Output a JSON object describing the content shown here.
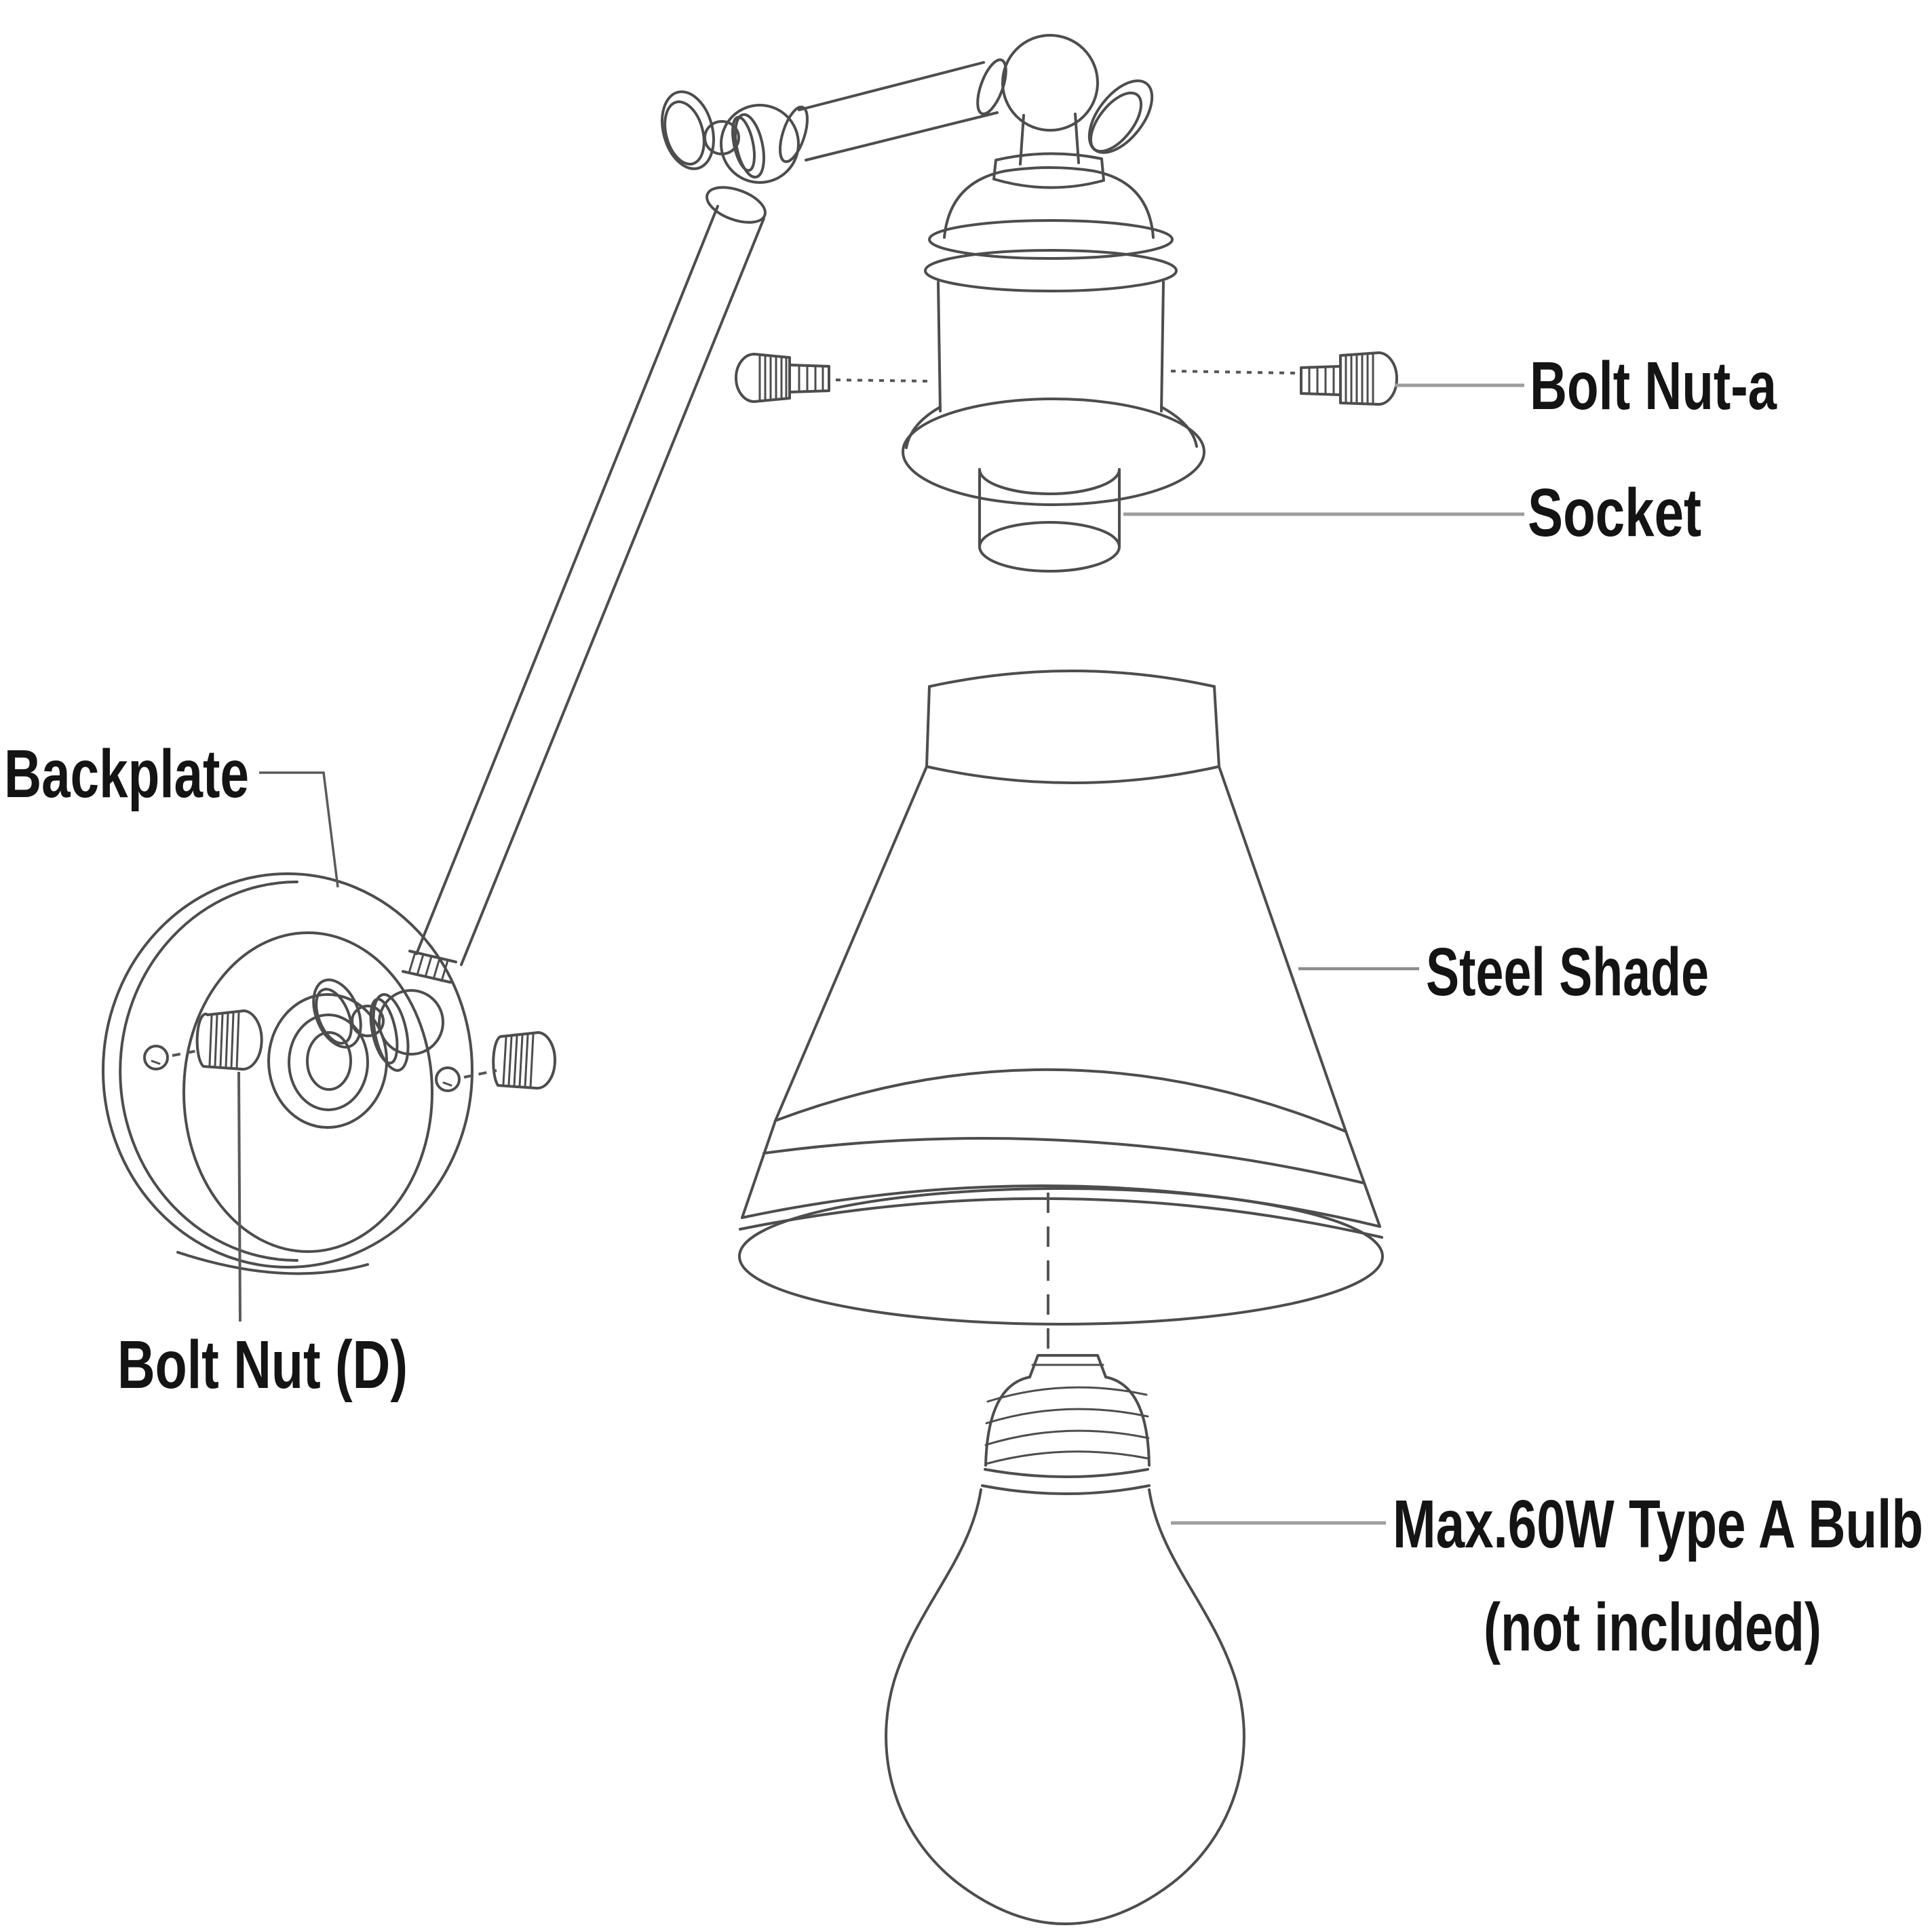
{
  "diagram": {
    "type": "exploded-parts-diagram",
    "subject": "swing-arm wall lamp assembly",
    "background_color": "#ffffff",
    "line_color": "#4d4d4d",
    "label_color": "#141414",
    "leader_color_light": "#9e9e9e",
    "leader_color_dark": "#5a5a5a",
    "labels": {
      "bolt_nut_a": "Bolt Nut-a",
      "socket": "Socket",
      "backplate": "Backplate",
      "steel_shade": "Steel Shade",
      "bolt_nut_d": "Bolt Nut (D)",
      "bulb_line1": "Max.60W Type A Bulb",
      "bulb_line2": "(not included)"
    }
  }
}
